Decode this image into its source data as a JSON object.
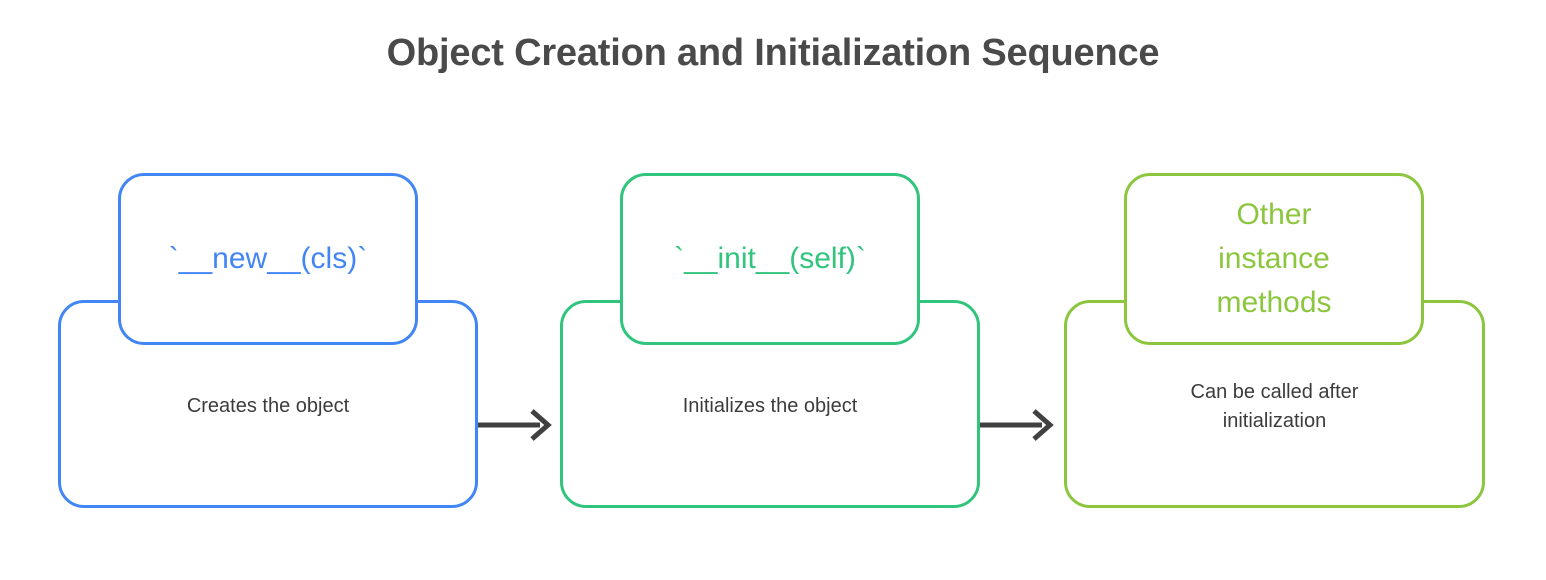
{
  "title": "Object Creation and Initialization Sequence",
  "background_color": "#ffffff",
  "title_color": "#4a4a4a",
  "description_color": "#3c3c3c",
  "arrow_color": "#404040",
  "diagram": {
    "type": "flow-sequence",
    "orientation": "left-to-right",
    "steps": [
      {
        "id": "new",
        "label": "`__new__(cls)`",
        "description": "Creates the object",
        "color": "#4285f4",
        "color_name": "blue"
      },
      {
        "id": "init",
        "label": "`__init__(self)`",
        "description": "Initializes the object",
        "color": "#30c47c",
        "color_name": "green"
      },
      {
        "id": "other",
        "label": "Other\ninstance\nmethods",
        "description": "Can be called after\ninitialization",
        "color": "#8cc63e",
        "color_name": "olive-green"
      }
    ],
    "connectors": [
      {
        "id": "arrow-1",
        "from": "new",
        "to": "init",
        "glyph": "arrow-right"
      },
      {
        "id": "arrow-2",
        "from": "init",
        "to": "other",
        "glyph": "arrow-right"
      }
    ]
  }
}
